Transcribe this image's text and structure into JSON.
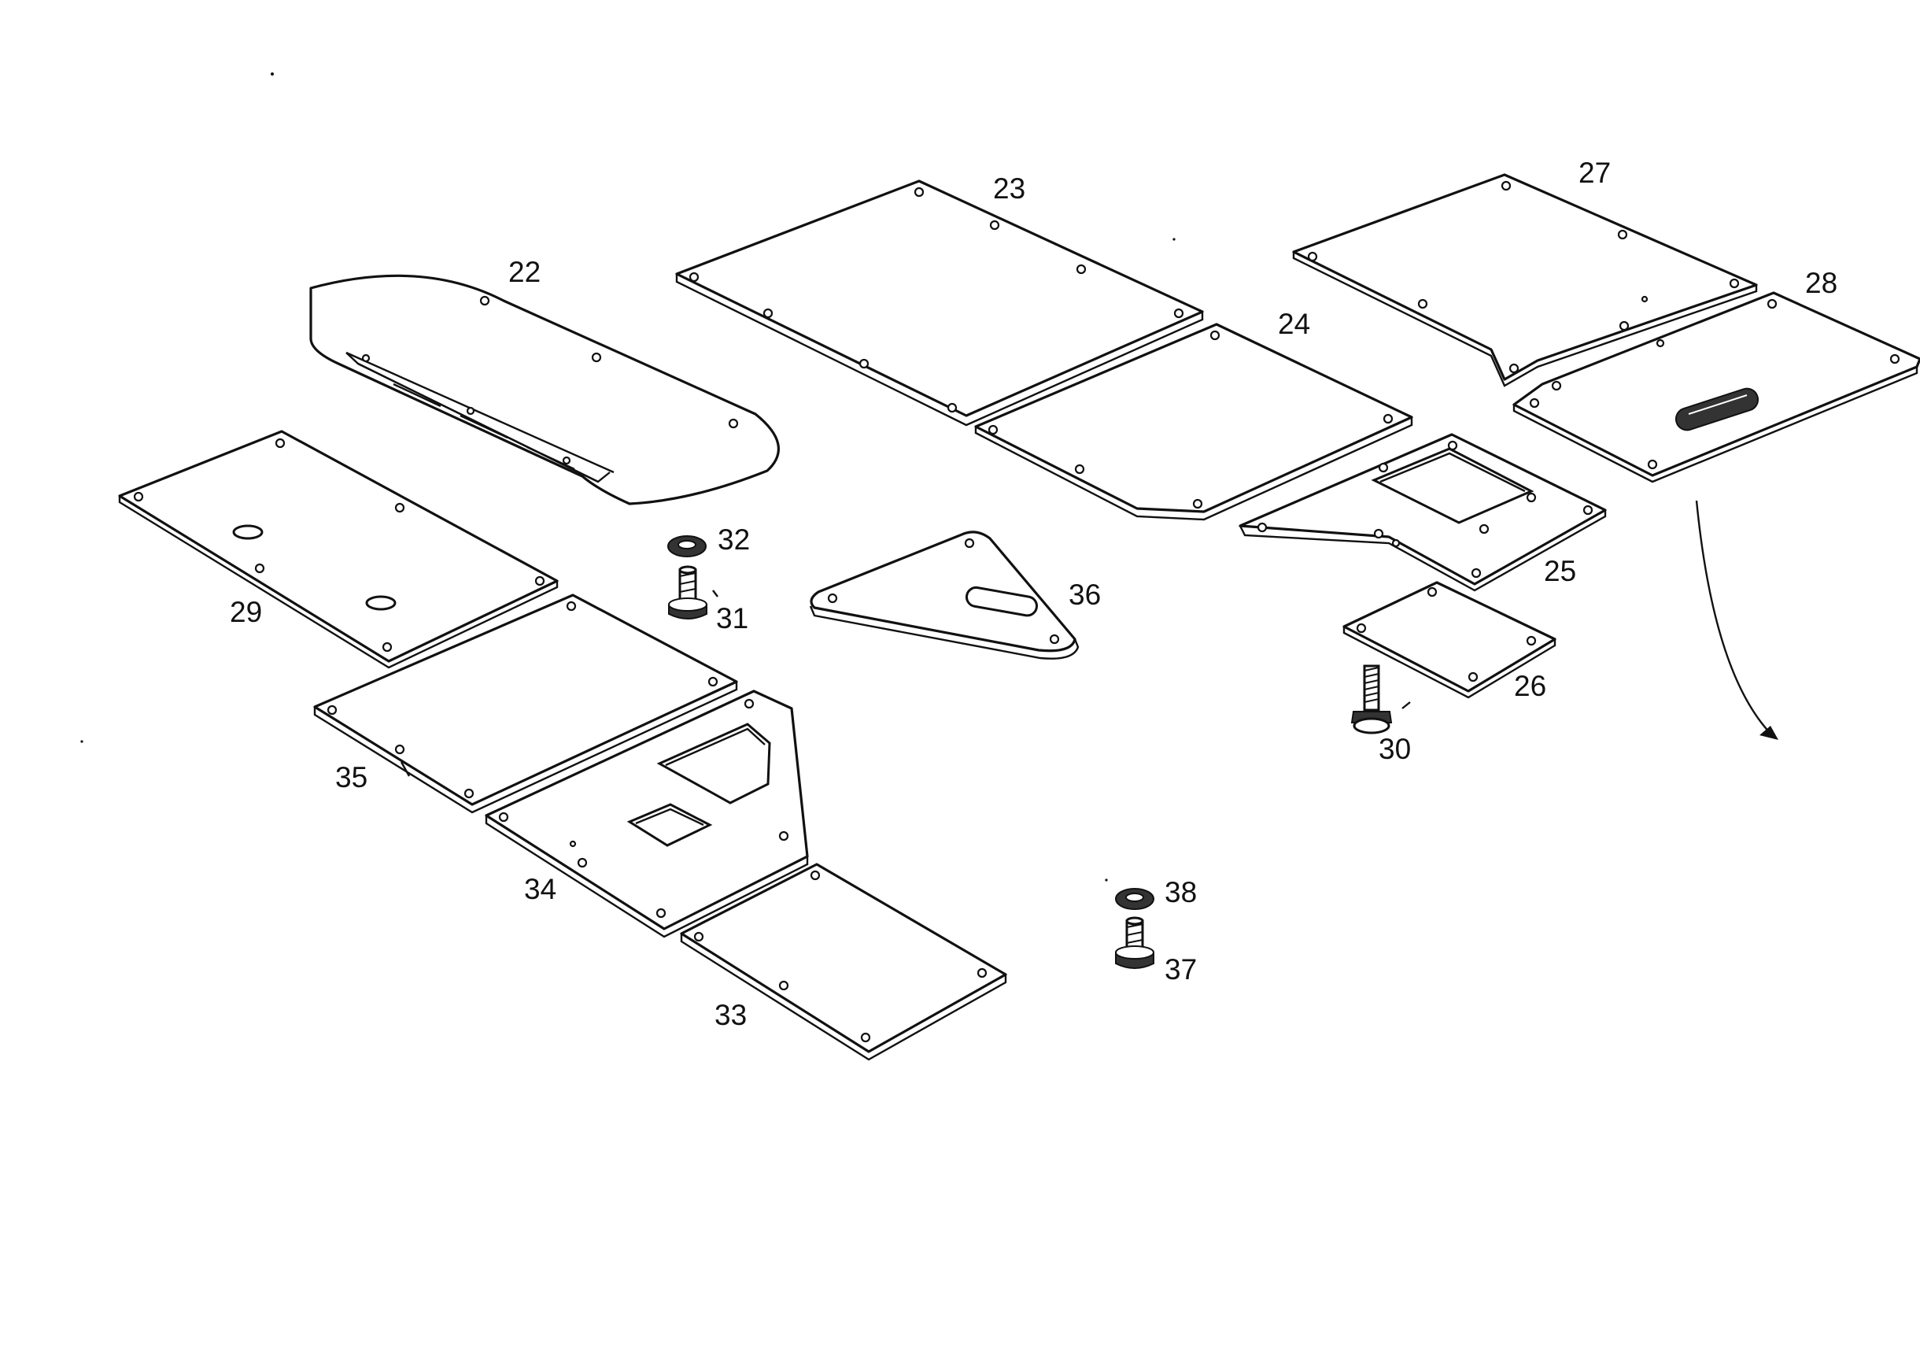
{
  "diagram": {
    "labels": {
      "p22": "22",
      "p23": "23",
      "p24": "24",
      "p25": "25",
      "p26": "26",
      "p27": "27",
      "p28": "28",
      "p29": "29",
      "p30": "30",
      "p31": "31",
      "p32": "32",
      "p33": "33",
      "p34": "34",
      "p35": "35",
      "p36": "36",
      "p37": "37",
      "p38": "38"
    }
  }
}
